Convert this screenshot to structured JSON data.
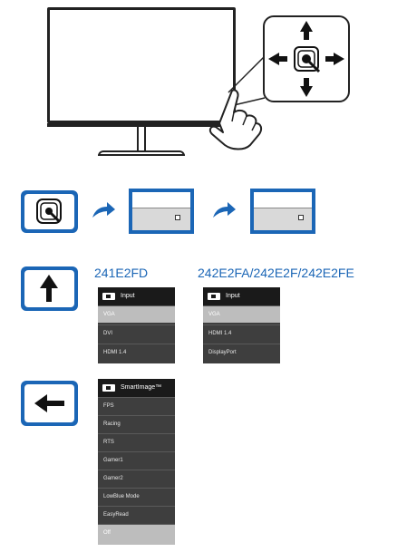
{
  "colors": {
    "accent": "#1b66b6",
    "osd_bg": "#3e3e3e",
    "osd_header": "#1a1a1a",
    "osd_selected": "#bdbdbd"
  },
  "icons": {
    "joystick": "joystick-icon",
    "hand": "hand-press-icon",
    "arrow_curve": "curved-arrow-icon",
    "up": "arrow-up-icon",
    "left": "arrow-left-icon"
  },
  "models": {
    "left_label": "241E2FD",
    "right_label": "242E2FA/242E2F/242E2FE"
  },
  "input_menu_left": {
    "title": "Input",
    "items": [
      "VGA",
      "DVI",
      "HDMI 1.4"
    ],
    "selected": 0
  },
  "input_menu_right": {
    "title": "Input",
    "items": [
      "VGA",
      "HDMI 1.4",
      "DisplayPort"
    ],
    "selected": 0
  },
  "smartimage_menu": {
    "title": "SmartImage™",
    "items": [
      "FPS",
      "Racing",
      "RTS",
      "Gamer1",
      "Gamer2",
      "LowBlue Mode",
      "EasyRead",
      "Off"
    ],
    "selected": 7
  }
}
